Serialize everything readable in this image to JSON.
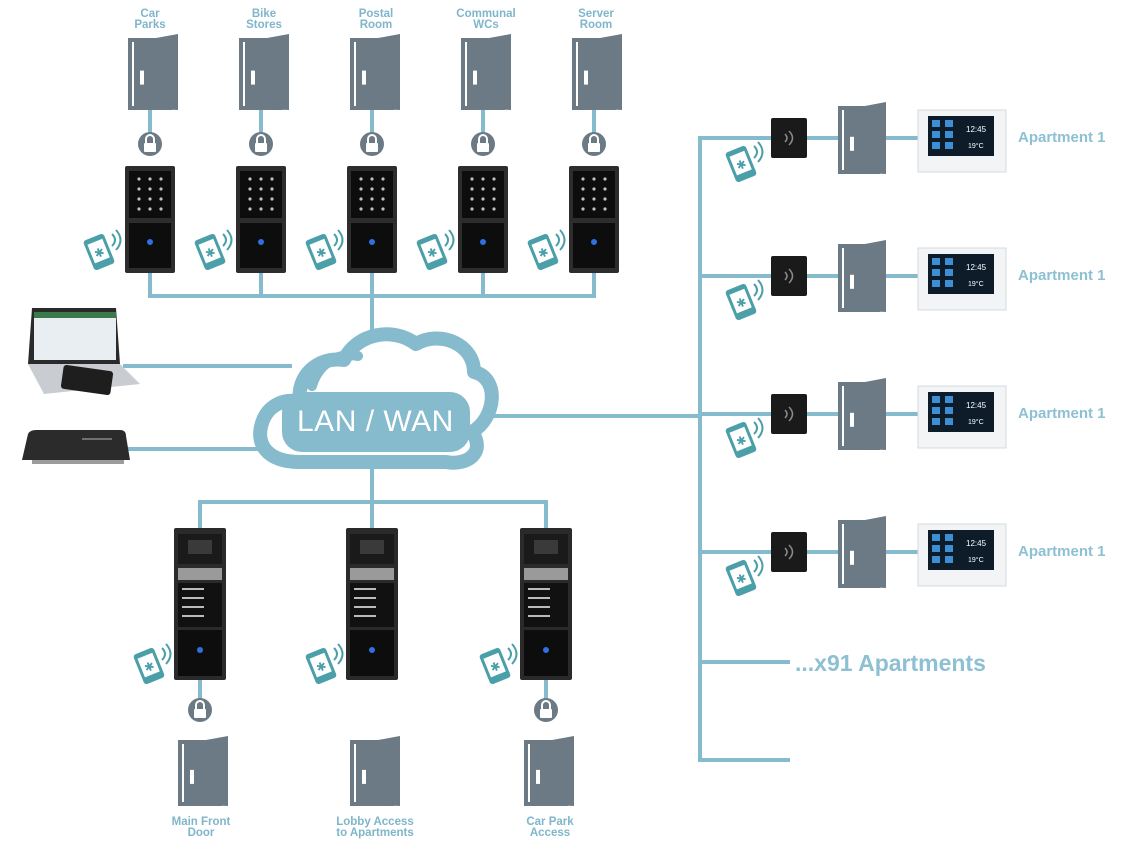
{
  "colors": {
    "line": "#86bacd",
    "label": "#7fb6ca",
    "door": "#6b7a85",
    "phone": "#4a9fa8",
    "device": "#2b2b2b",
    "screen": "#0b0b0b",
    "cloud_fill": "#86bacd"
  },
  "network": {
    "cloud_label": "LAN / WAN"
  },
  "top_doors": [
    {
      "line1": "Car",
      "line2": "Parks"
    },
    {
      "line1": "Bike",
      "line2": "Stores"
    },
    {
      "line1": "Postal",
      "line2": "Room"
    },
    {
      "line1": "Communal",
      "line2": "WCs"
    },
    {
      "line1": "Server",
      "line2": "Room"
    }
  ],
  "bottom_doors": [
    {
      "line1": "Main Front",
      "line2": "Door"
    },
    {
      "line1": "Lobby Access",
      "line2": "to Apartments"
    },
    {
      "line1": "Car Park",
      "line2": "Access"
    }
  ],
  "apartments": [
    {
      "label": "Apartment 1",
      "time": "12:45",
      "temp": "19°C"
    },
    {
      "label": "Apartment 1",
      "time": "12:45",
      "temp": "19°C"
    },
    {
      "label": "Apartment 1",
      "time": "12:45",
      "temp": "19°C"
    },
    {
      "label": "Apartment 1",
      "time": "12:45",
      "temp": "19°C"
    }
  ],
  "more_apartments": "...x91 Apartments",
  "icons": {
    "lock": "padlock-icon",
    "door": "door-icon",
    "phone": "bluetooth-phone-icon",
    "keypad": "keypad-reader-icon",
    "intercom": "intercom-panel-icon",
    "reader": "rfid-reader-icon",
    "monitor": "indoor-monitor-icon",
    "laptop": "laptop-icon",
    "router": "router-icon"
  }
}
